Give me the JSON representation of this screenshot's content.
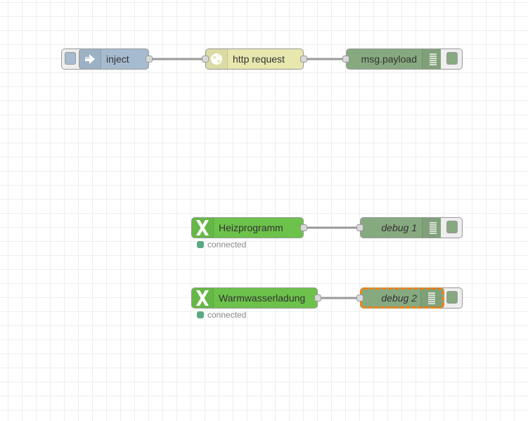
{
  "workspace": {
    "grid": "visible"
  },
  "colors": {
    "inject": "#a6bbcf",
    "http": "#e7e7ae",
    "debug": "#87a980",
    "xnode": "#6cc24a",
    "status_connected": "#5aa882",
    "selected_outline": "#ff7f0e"
  },
  "flow1": {
    "inject": {
      "label": "inject",
      "icon": "arrow-in-icon"
    },
    "http": {
      "label": "http request",
      "icon": "globe-icon"
    },
    "debug": {
      "label": "msg.payload",
      "icon": "list-icon"
    }
  },
  "flow2": {
    "source": {
      "label": "Heizprogramm",
      "icon": "x-icon",
      "status": "connected"
    },
    "debug": {
      "label": "debug 1",
      "icon": "list-icon"
    }
  },
  "flow3": {
    "source": {
      "label": "Warmwasserladung",
      "icon": "x-icon",
      "status": "connected"
    },
    "debug": {
      "label": "debug 2",
      "icon": "list-icon",
      "selected": true
    }
  }
}
